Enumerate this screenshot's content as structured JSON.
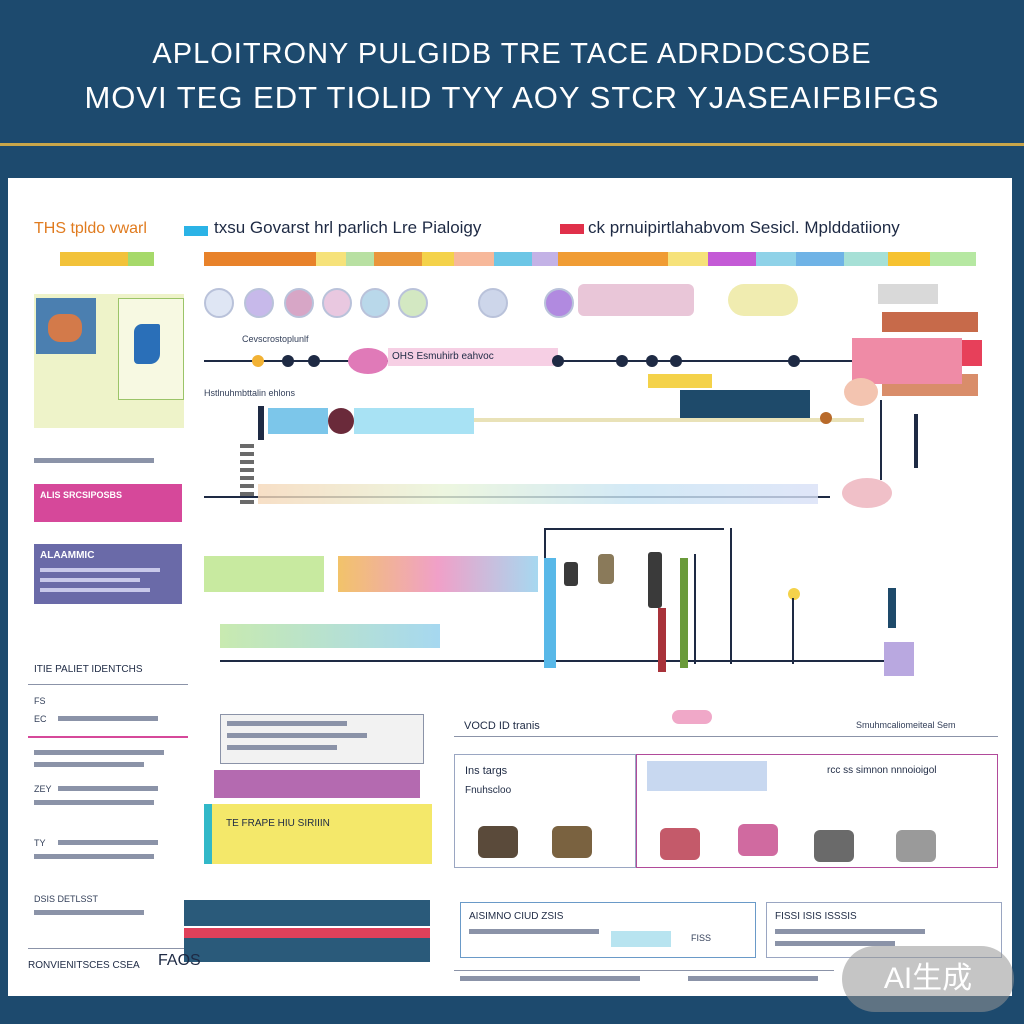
{
  "header": {
    "title_line1": "APLOITRONY PULGIDB TRE TACE ADRDDCSOBE",
    "title_line2": "MOVI TEG EDT TIOLID TYY AOY STCR YJASEAIFBIFGS"
  },
  "section_headers": {
    "left": "THS tpldo vwarl",
    "center": "txsu Govarst hrl parlich Lre Pialoigy",
    "right": "ck prnuipirtlahabvom Sesicl. Mplddatiiony"
  },
  "timeline": {
    "label_top": "Cevscrostoplunlf",
    "label_mid": "OHS Esmuhirb eahvoc",
    "label_lower": "Hstlnuhmbttalin ehlons"
  },
  "left_column": {
    "block_magenta": "ALIS SRCSIPOSBS",
    "block_purple": "ALAAMMIC",
    "list_title": "ITIE PALIET IDENTCHS",
    "item_fs": "FS",
    "item_ec": "EC",
    "item_ey": "ZEY",
    "item_ty": "TY",
    "item_dr": "DSIS DETLSST",
    "footer": "RONVIENITSCES CSEA"
  },
  "faq": {
    "label": "FAOS"
  },
  "product_strip": {
    "heading": "VOCD ID tranis",
    "right_caption": "Smuhmcaliomeiteal Sem",
    "card_title": "Ins targs",
    "card_subtitle": "Fnuhscloo",
    "card_right": "rcc ss simnon nnnoioigol"
  },
  "bottom_center": {
    "label": "AISIMNO CIUD ZSIS",
    "tag": "FISS"
  },
  "bottom_right": {
    "label": "FISSI ISIS ISSSIS"
  },
  "banner_yellow": {
    "label": "TE FRAPE HIU SIRIIIN"
  },
  "watermark": "AI生成"
}
